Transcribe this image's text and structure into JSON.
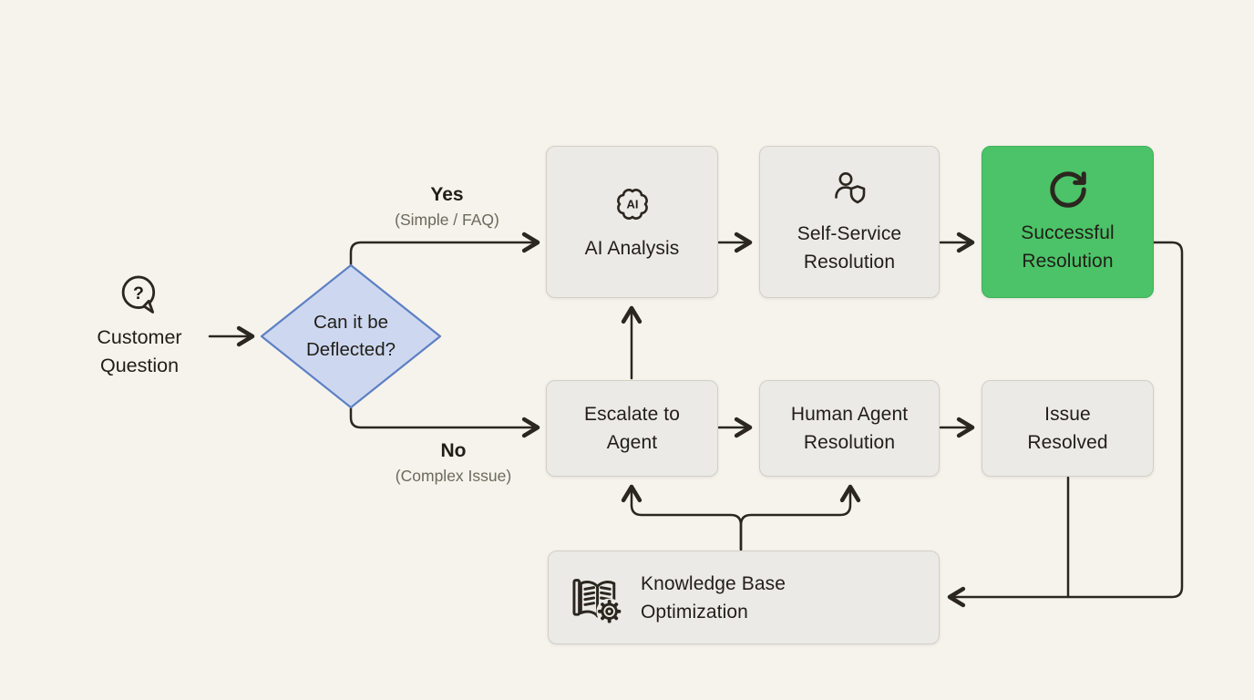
{
  "diagram_type": "flowchart",
  "colors": {
    "background": "#f5f3ec",
    "node_fill": "#ebeae6",
    "node_border": "#d2cfc7",
    "success_fill": "#4cc368",
    "success_border": "#3cb259",
    "diamond_fill": "#cdd8f0",
    "diamond_border": "#5d7fc4",
    "line": "#2b261f",
    "text": "#211e19",
    "muted_text": "#6f685c"
  },
  "start": {
    "label": "Customer\nQuestion",
    "icon": "question-bubble-icon"
  },
  "decision": {
    "label": "Can it be\nDeflected?"
  },
  "branch_yes": {
    "label": "Yes",
    "sublabel": "(Simple / FAQ)"
  },
  "branch_no": {
    "label": "No",
    "sublabel": "(Complex Issue)"
  },
  "nodes": {
    "ai_analysis": {
      "label": "AI Analysis",
      "icon": "ai-cloud-icon"
    },
    "self_service": {
      "label": "Self-Service\nResolution",
      "icon": "user-shield-icon"
    },
    "successful_resolution": {
      "label": "Successful\nResolution",
      "icon": "refresh-icon"
    },
    "escalate": {
      "label": "Escalate to\nAgent"
    },
    "human_agent": {
      "label": "Human Agent\nResolution"
    },
    "issue_resolved": {
      "label": "Issue\nResolved"
    },
    "knowledge_base": {
      "label": "Knowledge Base\nOptimization",
      "icon": "book-gear-icon"
    }
  },
  "icon_glyphs": {
    "question_mark": "?",
    "ai": "AI"
  },
  "edges": [
    {
      "from": "customer_question",
      "to": "decision",
      "label": ""
    },
    {
      "from": "decision",
      "to": "ai_analysis",
      "label": "Yes (Simple / FAQ)"
    },
    {
      "from": "decision",
      "to": "escalate",
      "label": "No (Complex Issue)"
    },
    {
      "from": "ai_analysis",
      "to": "self_service",
      "label": ""
    },
    {
      "from": "self_service",
      "to": "successful_resolution",
      "label": ""
    },
    {
      "from": "escalate",
      "to": "ai_analysis",
      "label": ""
    },
    {
      "from": "escalate",
      "to": "human_agent",
      "label": ""
    },
    {
      "from": "human_agent",
      "to": "issue_resolved",
      "label": ""
    },
    {
      "from": "successful_resolution",
      "to": "knowledge_base",
      "label": ""
    },
    {
      "from": "issue_resolved",
      "to": "knowledge_base",
      "label": ""
    },
    {
      "from": "knowledge_base",
      "to": "escalate",
      "label": ""
    },
    {
      "from": "knowledge_base",
      "to": "human_agent",
      "label": ""
    }
  ]
}
